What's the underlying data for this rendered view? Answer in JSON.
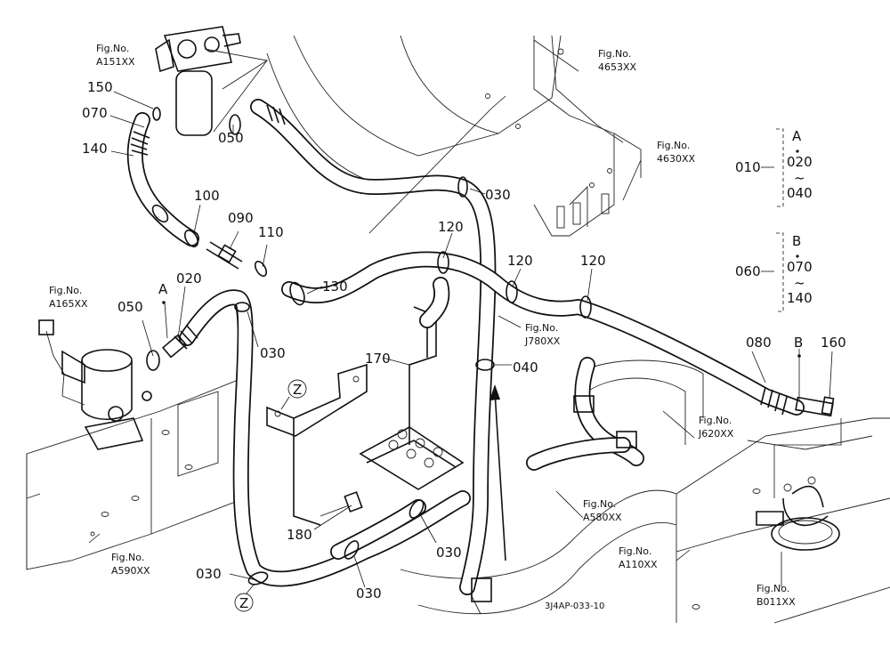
{
  "callouts": [
    {
      "id": "150",
      "text": "150"
    },
    {
      "id": "070",
      "text": "070"
    },
    {
      "id": "140",
      "text": "140"
    },
    {
      "id": "050a",
      "text": "050"
    },
    {
      "id": "100",
      "text": "100"
    },
    {
      "id": "090",
      "text": "090"
    },
    {
      "id": "110",
      "text": "110"
    },
    {
      "id": "130",
      "text": "130"
    },
    {
      "id": "030a",
      "text": "030"
    },
    {
      "id": "120a",
      "text": "120"
    },
    {
      "id": "120b",
      "text": "120"
    },
    {
      "id": "120c",
      "text": "120"
    },
    {
      "id": "020",
      "text": "020"
    },
    {
      "id": "A",
      "text": "A"
    },
    {
      "id": "050b",
      "text": "050"
    },
    {
      "id": "030b",
      "text": "030"
    },
    {
      "id": "170",
      "text": "170"
    },
    {
      "id": "040",
      "text": "040"
    },
    {
      "id": "080",
      "text": "080"
    },
    {
      "id": "B",
      "text": "B"
    },
    {
      "id": "160",
      "text": "160"
    },
    {
      "id": "180",
      "text": "180"
    },
    {
      "id": "030c",
      "text": "030"
    },
    {
      "id": "030d",
      "text": "030"
    },
    {
      "id": "030e",
      "text": "030"
    },
    {
      "id": "Z1",
      "text": "Z"
    },
    {
      "id": "Z2",
      "text": "Z"
    }
  ],
  "fig_refs": [
    {
      "id": "A151",
      "line1": "Fig.No.",
      "line2": "A151XX"
    },
    {
      "id": "4653",
      "line1": "Fig.No.",
      "line2": "4653XX"
    },
    {
      "id": "4630",
      "line1": "Fig.No.",
      "line2": "4630XX"
    },
    {
      "id": "A165",
      "line1": "Fig.No.",
      "line2": "A165XX"
    },
    {
      "id": "J780",
      "line1": "Fig.No.",
      "line2": "J780XX"
    },
    {
      "id": "J620",
      "line1": "Fig.No.",
      "line2": "J620XX"
    },
    {
      "id": "A580",
      "line1": "Fig.No.",
      "line2": "A580XX"
    },
    {
      "id": "A110",
      "line1": "Fig.No.",
      "line2": "A110XX"
    },
    {
      "id": "A590",
      "line1": "Fig.No.",
      "line2": "A590XX"
    },
    {
      "id": "B011",
      "line1": "Fig.No.",
      "line2": "B011XX"
    }
  ],
  "groups": [
    {
      "id": "gA",
      "parent": "010",
      "letter": "A",
      "from": "020",
      "tilde": "~",
      "to": "040"
    },
    {
      "id": "gB",
      "parent": "060",
      "letter": "B",
      "from": "070",
      "tilde": "~",
      "to": "140"
    }
  ],
  "sheet_code": "3J4AP-033-10"
}
